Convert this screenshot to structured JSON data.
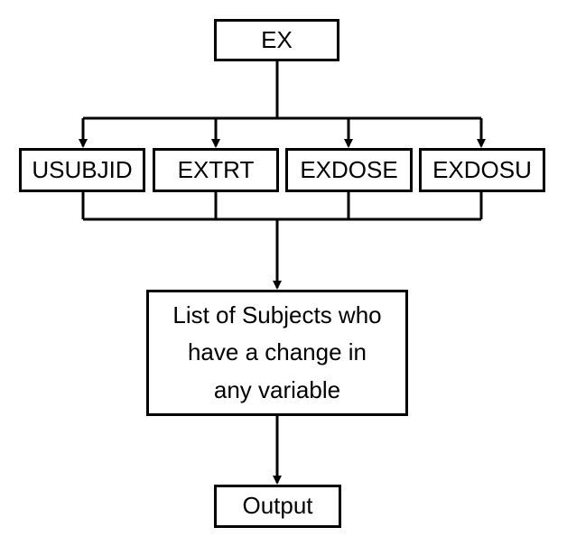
{
  "nodes": {
    "ex": "EX",
    "usubjid": "USUBJID",
    "extrt": "EXTRT",
    "exdose": "EXDOSE",
    "exdosu": "EXDOSU",
    "list_line1": "List of Subjects who",
    "list_line2": "have a change in",
    "list_line3": "any variable",
    "output": "Output"
  }
}
